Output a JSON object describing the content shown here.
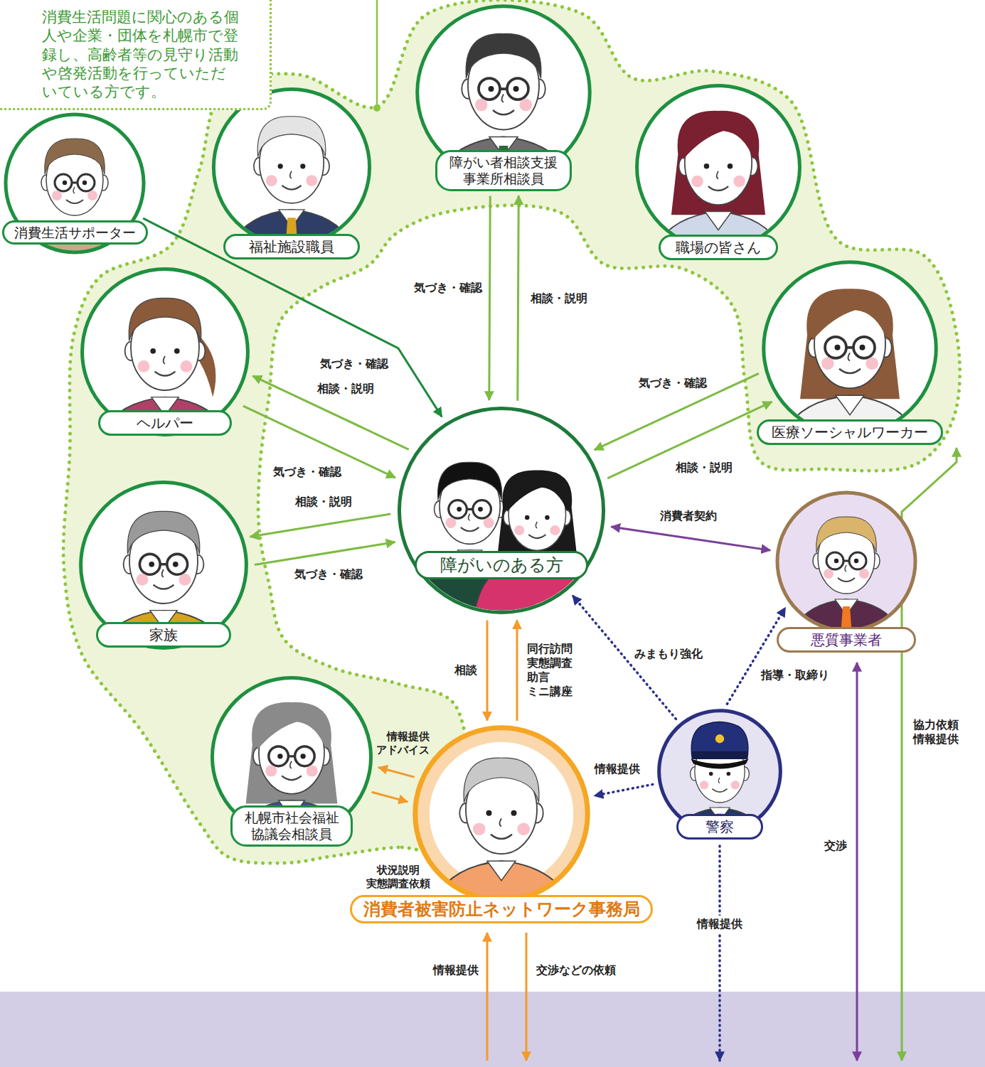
{
  "diagram": {
    "nodes": [
      {
        "text": [
          "消費生活サポーター"
        ]
      },
      {
        "text": [
          "福祉施設職員"
        ]
      },
      {
        "text": [
          "障がい者相談支援事業所相談員"
        ]
      },
      {
        "text": [
          "職場の皆さん"
        ]
      },
      {
        "text": [
          "ヘルパー"
        ]
      },
      {
        "text": [
          "医療ソーシャルワーカー"
        ]
      },
      {
        "text": [
          "障がいのある方"
        ]
      },
      {
        "text": [
          "家族"
        ]
      },
      {
        "text": [
          "悪質事業者"
        ]
      },
      {
        "text": [
          "札幌市社会福祉協議会相談員"
        ]
      },
      {
        "text": [
          "警察"
        ]
      },
      {
        "text": [
          "消費者被害防止ネットワーク事務局"
        ]
      }
    ],
    "edges": [
      {
        "from": 0,
        "to": 6,
        "arrow": "to",
        "label": "気づき・確認"
      },
      {
        "from": 2,
        "to": 6,
        "arrow": "to",
        "label": "気づき・確認"
      },
      {
        "from": 6,
        "to": 2,
        "arrow": "to",
        "label": "相談・説明"
      },
      {
        "from": 6,
        "to": 4,
        "arrow": "to",
        "label": "相談・説明"
      },
      {
        "from": 4,
        "to": 6,
        "arrow": "to",
        "label": "気づき・確認"
      },
      {
        "from": 5,
        "to": 6,
        "arrow": "to",
        "label": "気づき・確認"
      },
      {
        "from": 6,
        "to": 5,
        "arrow": "to",
        "label": "相談・説明"
      },
      {
        "from": 6,
        "to": 7,
        "arrow": "to",
        "label": "相談・説明"
      },
      {
        "from": 7,
        "to": 6,
        "arrow": "to",
        "label": "気づき・確認"
      },
      {
        "from": 6,
        "to": 8,
        "arrow": "both",
        "label": "消費者契約"
      },
      {
        "from": 6,
        "to": 11,
        "arrow": "to",
        "label": "相談"
      },
      {
        "from": 11,
        "to": 6,
        "arrow": "to",
        "label": "同行訪問 実態調査 助言 ミニ講座"
      },
      {
        "from": 10,
        "to": 6,
        "arrow": "to",
        "label": "みまもり強化"
      },
      {
        "from": 10,
        "to": 8,
        "arrow": "to",
        "label": "指導・取締り"
      },
      {
        "from": 10,
        "to": 11,
        "arrow": "to",
        "label": "情報提供"
      },
      {
        "from": 11,
        "to": 9,
        "arrow": "to",
        "label": "情報提供 アドバイス"
      },
      {
        "from": 9,
        "to": 11,
        "arrow": "to",
        "label": "状況説明 実態調査依頼"
      }
    ],
    "labels": [
      "消費生活問題に関心のある個人や企業・団体を札幌市で登録し、高齢者等の見守り活動や啓発活動を行っていただいている方です。",
      "協力依頼 情報提供",
      "交渉",
      "情報提供",
      "情報提供",
      "交渉などの依頼"
    ]
  }
}
